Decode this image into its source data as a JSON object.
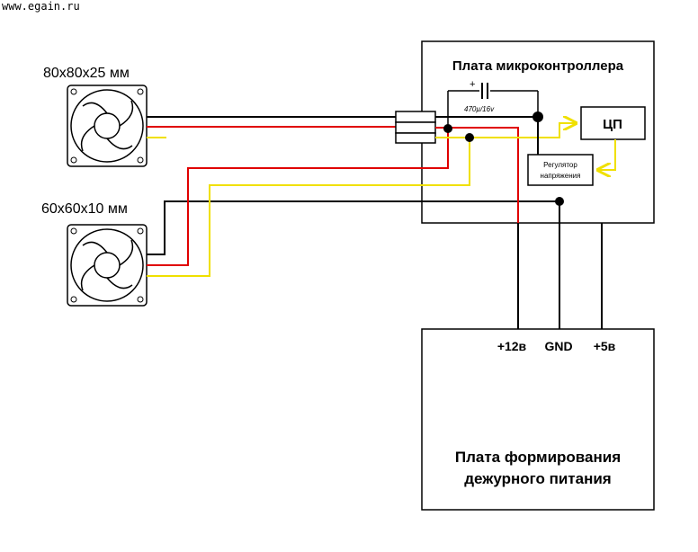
{
  "watermark": "www.egain.ru",
  "fans": {
    "fan1_label": "80x80x25 мм",
    "fan2_label": "60x60x10 мм"
  },
  "mcu_board": {
    "title": "Плата микроконтроллера",
    "capacitor_label": "470µ/16v",
    "capacitor_plus": "+",
    "cpu_label": "ЦП",
    "regulator_line1": "Регулятор",
    "regulator_line2": "напряжения"
  },
  "power_board": {
    "pin_12v": "+12в",
    "pin_gnd": "GND",
    "pin_5v": "+5в",
    "title_line1": "Плата формирования",
    "title_line2": "дежурного питания"
  },
  "colors": {
    "wire_black": "#000000",
    "wire_red": "#e00000",
    "wire_yellow": "#f0e000"
  }
}
